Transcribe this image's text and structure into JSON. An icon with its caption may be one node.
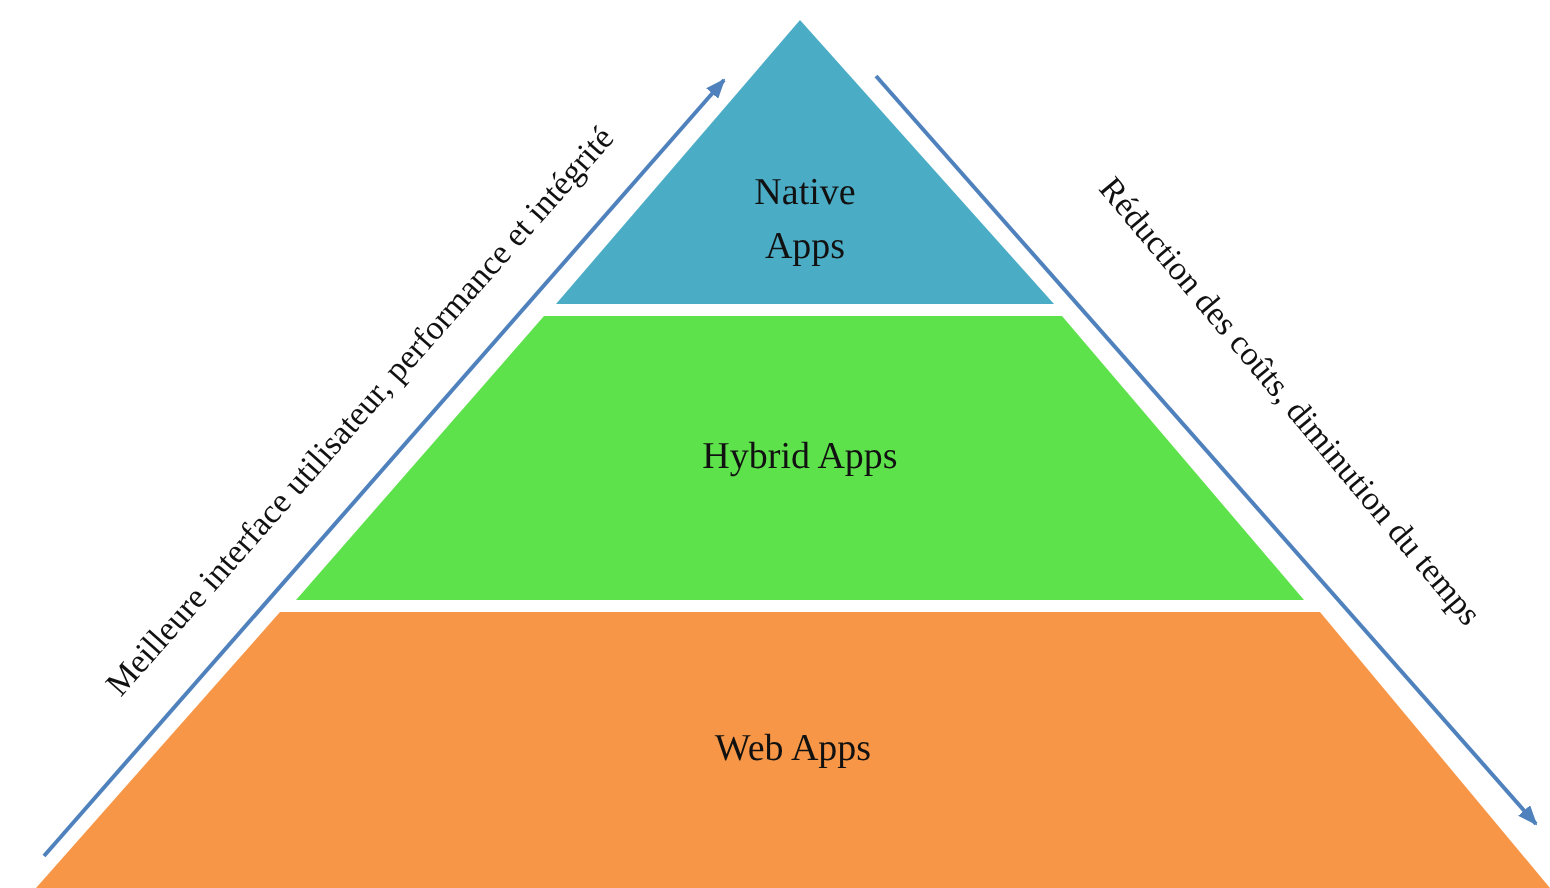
{
  "diagram": {
    "nodes": [
      {
        "text": [
          "Native Apps"
        ]
      },
      {
        "text": [
          "Hybrid Apps"
        ]
      },
      {
        "text": [
          "Web Apps"
        ]
      }
    ],
    "labels": [
      "Meilleure interface utilisateur, performance et intégrité",
      "Réduction des coûts, diminution du temps"
    ]
  }
}
